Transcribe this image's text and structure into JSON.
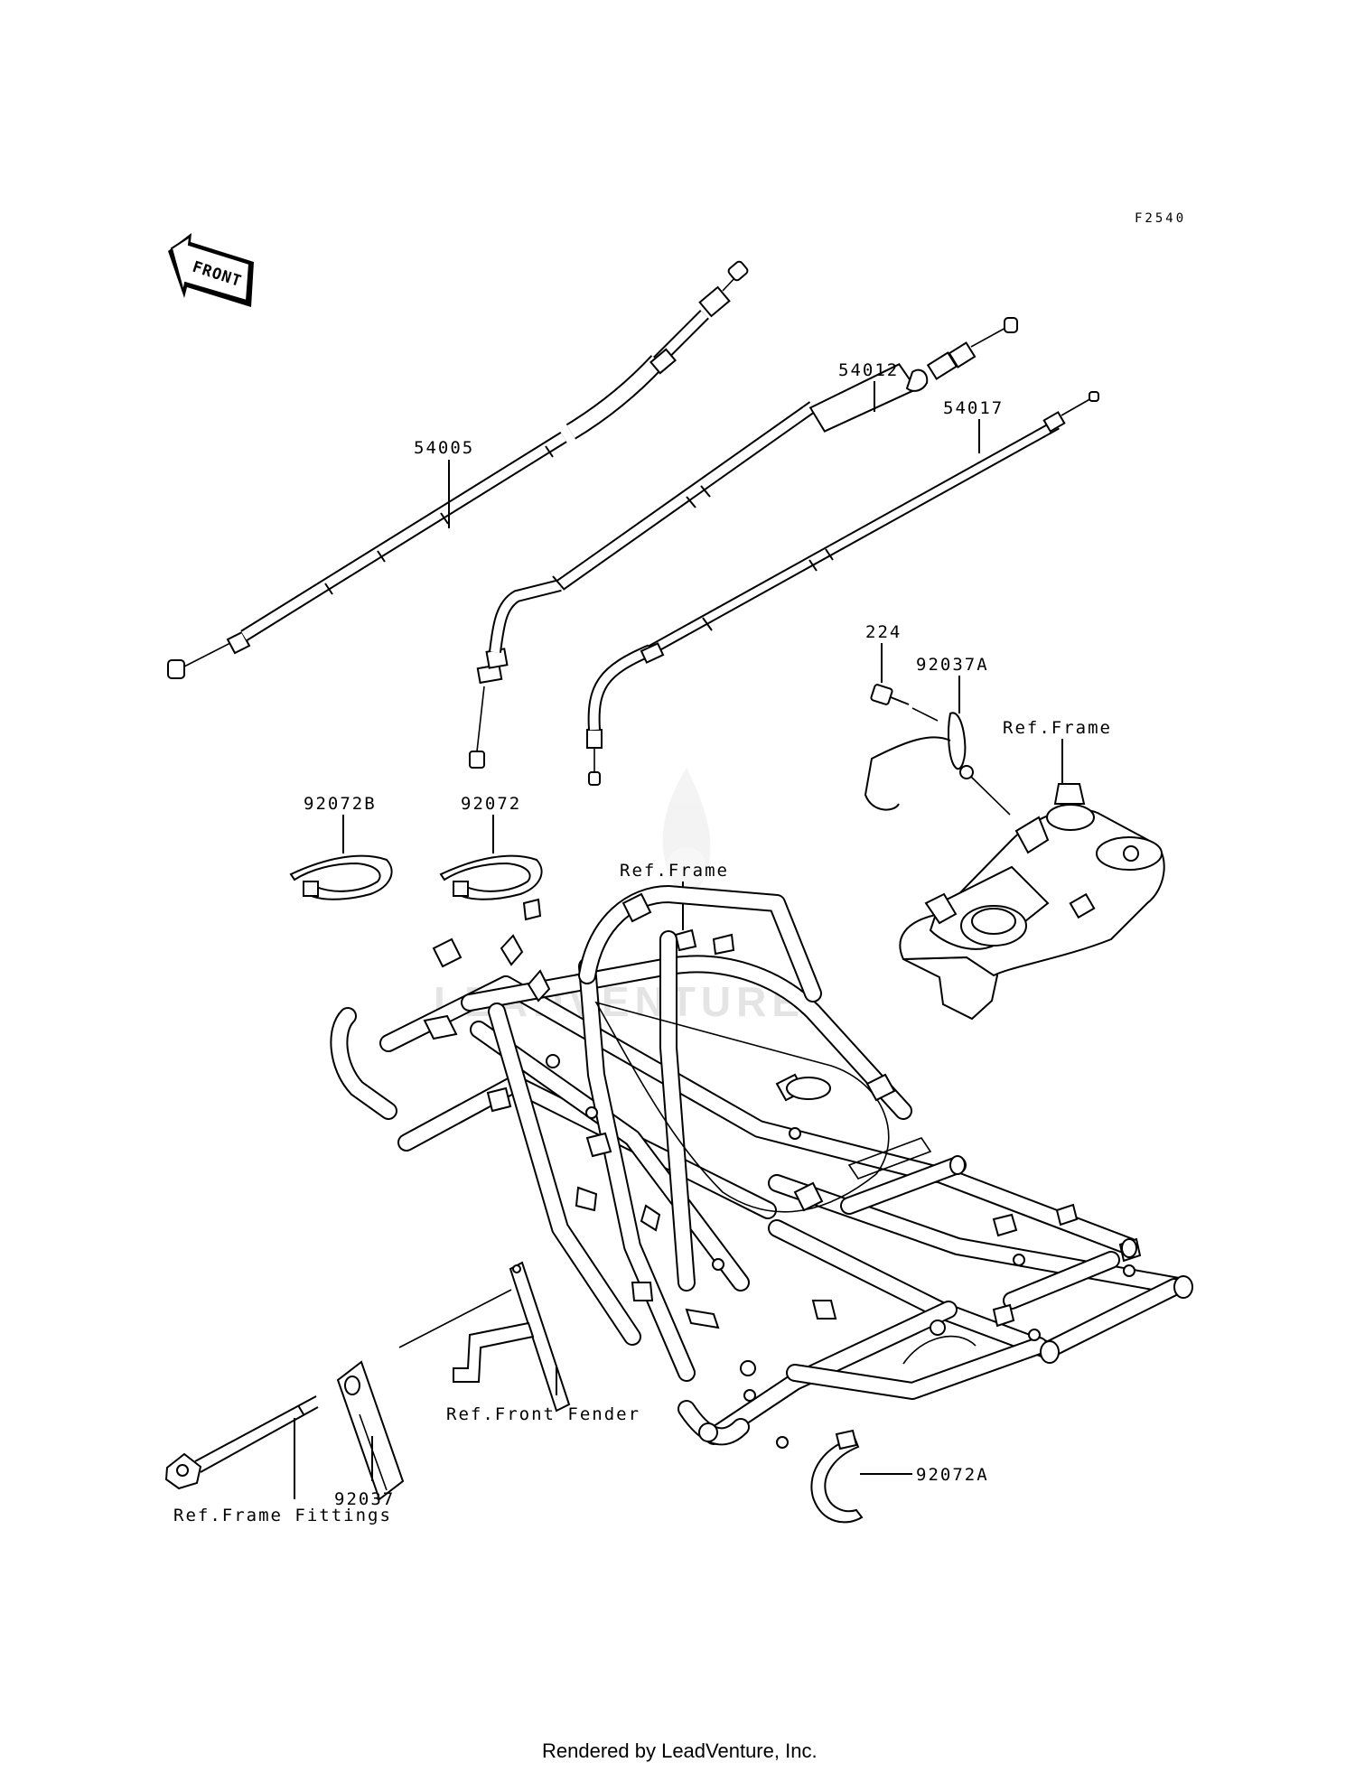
{
  "diagram_code": "F2540",
  "front_label": "FRONT",
  "watermark": "LEADVENTURE",
  "footer": "Rendered by LeadVenture, Inc.",
  "callouts": {
    "c54005": "54005",
    "c54012": "54012",
    "c54017": "54017",
    "c224": "224",
    "c92037A": "92037A",
    "refFrameTop": "Ref.Frame",
    "c92072B": "92072B",
    "c92072": "92072",
    "refFrameMid": "Ref.Frame",
    "refFrontFender": "Ref.Front Fender",
    "c92037": "92037",
    "c92072A": "92072A",
    "refFrameFittings": "Ref.Frame Fittings"
  }
}
